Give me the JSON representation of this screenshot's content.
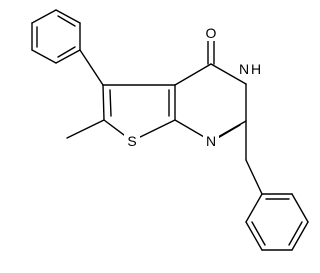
{
  "molecule": {
    "atoms": {
      "o": "O",
      "nh": "N",
      "h": "H",
      "n": "N",
      "s": "S"
    }
  }
}
